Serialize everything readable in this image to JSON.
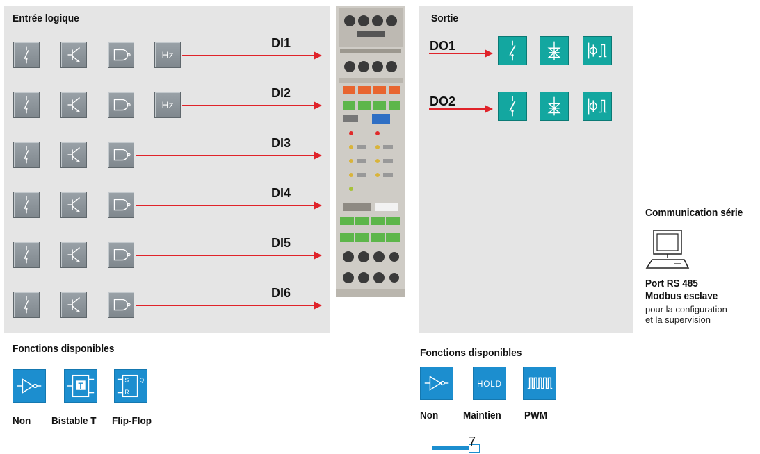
{
  "entree": {
    "title": "Entrée logique",
    "rows": [
      {
        "label": "DI1",
        "has_hz": true
      },
      {
        "label": "DI2",
        "has_hz": true
      },
      {
        "label": "DI3",
        "has_hz": false
      },
      {
        "label": "DI4",
        "has_hz": false
      },
      {
        "label": "DI5",
        "has_hz": false
      },
      {
        "label": "DI6",
        "has_hz": false
      }
    ],
    "hz_label": "Hz",
    "functions_title": "Fonctions disponibles",
    "functions": [
      {
        "label": "Non",
        "icon": "not-gate-icon"
      },
      {
        "label": "Bistable T",
        "icon": "t-flip-flop-icon"
      },
      {
        "label": "Flip-Flop",
        "icon": "sr-flip-flop-icon"
      }
    ]
  },
  "sortie": {
    "title": "Sortie",
    "rows": [
      {
        "label": "DO1"
      },
      {
        "label": "DO2"
      }
    ],
    "output_icons": [
      "relay-contact-icon",
      "thyristor-icon",
      "pulse-output-icon"
    ],
    "functions_title": "Fonctions disponibles",
    "functions": [
      {
        "label": "Non",
        "icon": "not-gate-icon"
      },
      {
        "label": "Maintien",
        "icon": "hold-icon",
        "text": "HOLD"
      },
      {
        "label": "PWM",
        "icon": "pwm-icon"
      }
    ]
  },
  "comm": {
    "title": "Communication série",
    "line1": "Port RS 485",
    "line2": "Modbus esclave",
    "line3": "pour la configuration",
    "line4": "et la supervision"
  },
  "page_number": "7",
  "colors": {
    "panel": "#e5e5e5",
    "arrow": "#e0232a",
    "teal": "#13a7a0",
    "blue": "#1c8ecf",
    "gray_button": "#8a9298"
  }
}
